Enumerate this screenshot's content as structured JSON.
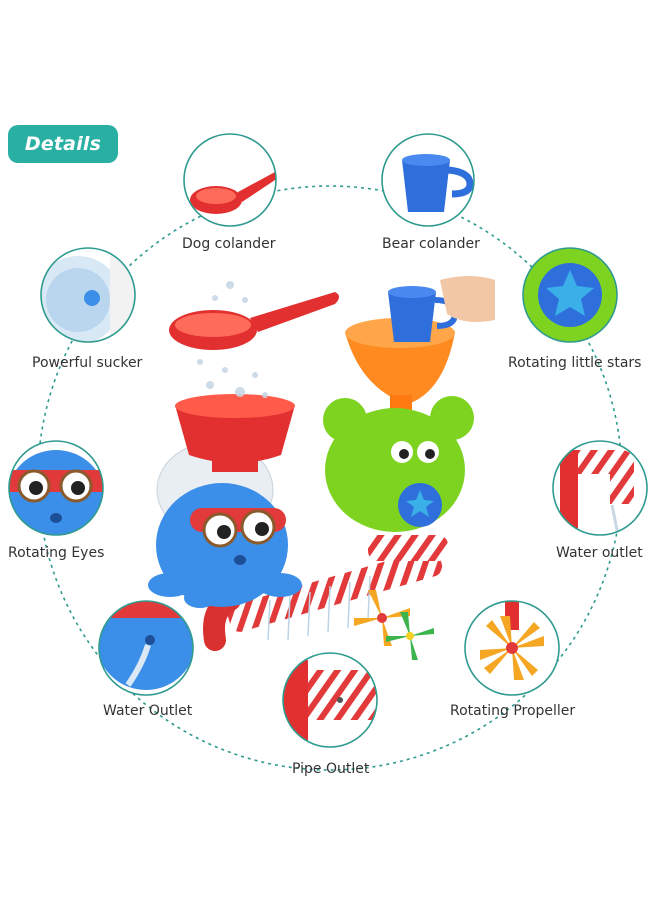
{
  "badge": "Details",
  "colors": {
    "teal": "#2ab0a3",
    "ring": "#2f9b8f"
  },
  "callouts": [
    {
      "label": "Dog colander",
      "icon": "orange-scoop-icon"
    },
    {
      "label": "Bear colander",
      "icon": "blue-cup-icon"
    },
    {
      "label": "Powerful sucker",
      "icon": "suction-cup-icon"
    },
    {
      "label": "Rotating little stars",
      "icon": "starfish-wheel-icon"
    },
    {
      "label": "Rotating Eyes",
      "icon": "octopus-eyes-icon"
    },
    {
      "label": "Water outlet",
      "icon": "pipe-elbow-icon"
    },
    {
      "label": "Water Outlet",
      "icon": "octopus-spout-icon"
    },
    {
      "label": "Rotating Propeller",
      "icon": "propeller-icon"
    },
    {
      "label": "Pipe Outlet",
      "icon": "striped-pipe-icon"
    }
  ]
}
